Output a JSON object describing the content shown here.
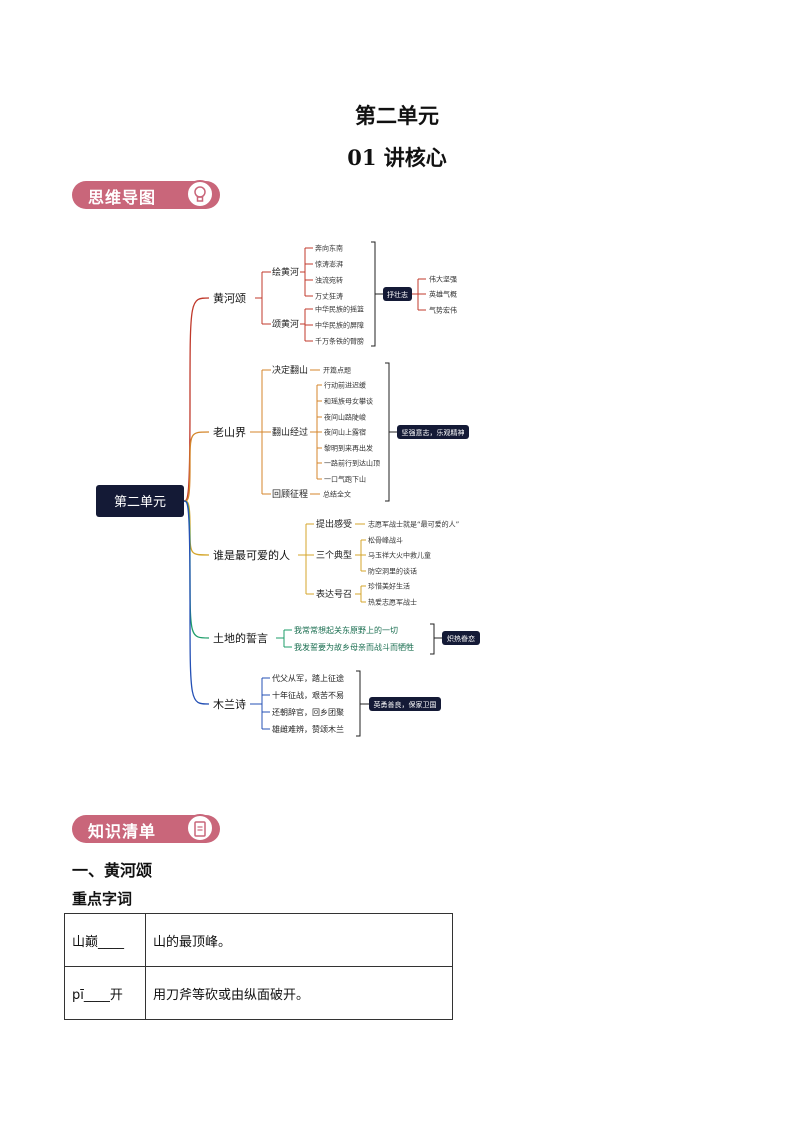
{
  "title": "第二单元",
  "subtitle": "01 讲核心",
  "banner_mindmap": "思维导图",
  "banner_knowledge": "知识清单",
  "mindmap": {
    "root": "第二单元",
    "branches": [
      {
        "label": "黄河颂",
        "color": "#c0392b",
        "subs": [
          {
            "label": "绘黄河",
            "leaves": [
              "奔向东南",
              "惊涛澎湃",
              "浊流宛转",
              "万丈狂涛"
            ]
          },
          {
            "label": "颂黄河",
            "leaves": [
              "中华民族的摇篮",
              "中华民族的屏障",
              "千万条铁的臂膀"
            ]
          }
        ],
        "theme": "抒壮志",
        "after": [
          "伟大坚强",
          "英雄气概",
          "气势宏伟"
        ]
      },
      {
        "label": "老山界",
        "color": "#d4862b",
        "subs": [
          {
            "label": "决定翻山",
            "leaves": [
              "开篇点题"
            ]
          },
          {
            "label": "翻山经过",
            "leaves": [
              "行动前进迟缓",
              "和瑶族母女攀谈",
              "夜间山路陡峻",
              "夜间山上露宿",
              "黎明到来再出发",
              "一路前行到达山顶",
              "一口气跑下山"
            ]
          },
          {
            "label": "回顾征程",
            "leaves": [
              "总结全文"
            ]
          }
        ],
        "theme": "坚强意志，乐观精神"
      },
      {
        "label": "谁是最可爱的人",
        "color": "#d4a62b",
        "subs": [
          {
            "label": "提出感受",
            "leaves": [
              "志愿军战士就是“最可爱的人”"
            ]
          },
          {
            "label": "三个典型",
            "leaves": [
              "松骨峰战斗",
              "马玉祥大火中救儿童",
              "防空洞里的谈话"
            ]
          },
          {
            "label": "表达号召",
            "leaves": [
              "珍惜美好生活",
              "热爱志愿军战士"
            ]
          }
        ]
      },
      {
        "label": "土地的誓言",
        "color": "#1e9e6a",
        "leaves": [
          "我常常想起关东原野上的一切",
          "我发誓要为故乡母亲而战斗而牺牲"
        ],
        "theme": "炽热眷恋"
      },
      {
        "label": "木兰诗",
        "color": "#2450b5",
        "leaves": [
          "代父从军，踏上征途",
          "十年征战，艰苦不易",
          "还朝辞官，回乡团聚",
          "雄雌难辨，赞颂木兰"
        ],
        "theme": "英勇善良，保家卫国"
      }
    ]
  },
  "section1": "一、黄河颂",
  "section2": "重点字词",
  "vocab_table": [
    {
      "word": "山巅____",
      "meaning": "山的最顶峰。"
    },
    {
      "word": "pī____开",
      "meaning": "用刀斧等砍或由纵面破开。"
    }
  ]
}
